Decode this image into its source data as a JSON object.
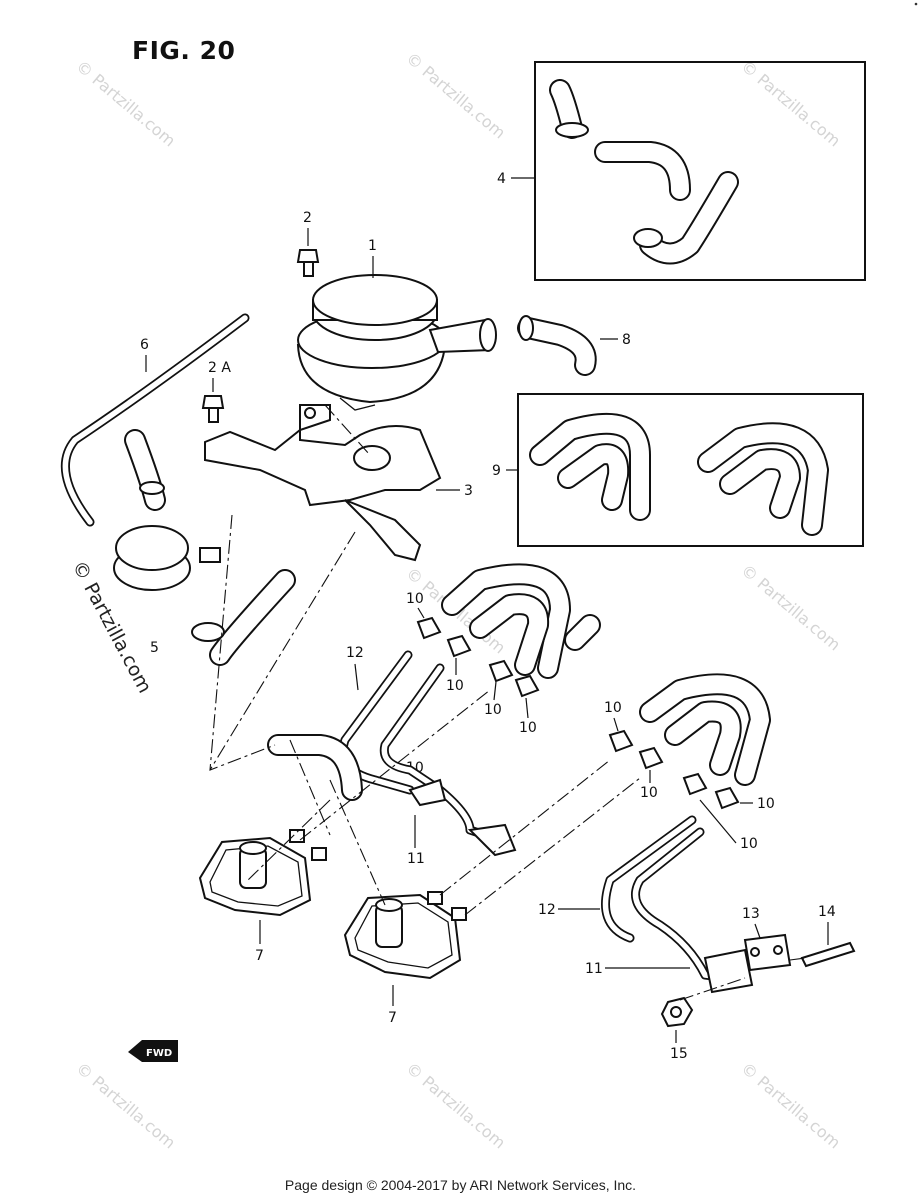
{
  "figure": {
    "title": "FIG. 20"
  },
  "callouts": {
    "c1": "1",
    "c2": "2",
    "c2a": "2 A",
    "c3": "3",
    "c4": "4",
    "c5": "5",
    "c6": "6",
    "c7a": "7",
    "c7b": "7",
    "c8": "8",
    "c9": "9",
    "c10a": "10",
    "c10b": "10",
    "c10c": "10",
    "c10d": "10",
    "c10e": "10",
    "c10f": "10",
    "c10g": "10",
    "c10h": "10",
    "c10i": "10",
    "c11a": "11",
    "c11b": "11",
    "c12a": "12",
    "c12b": "12",
    "c13": "13",
    "c14": "14",
    "c15": "15"
  },
  "watermarks": {
    "text": "© Partzilla.com",
    "side": "© Partzilla.com"
  },
  "badge": {
    "fwd": "FWD"
  },
  "footer": {
    "text": "Page design © 2004-2017 by ARI Network Services, Inc."
  }
}
